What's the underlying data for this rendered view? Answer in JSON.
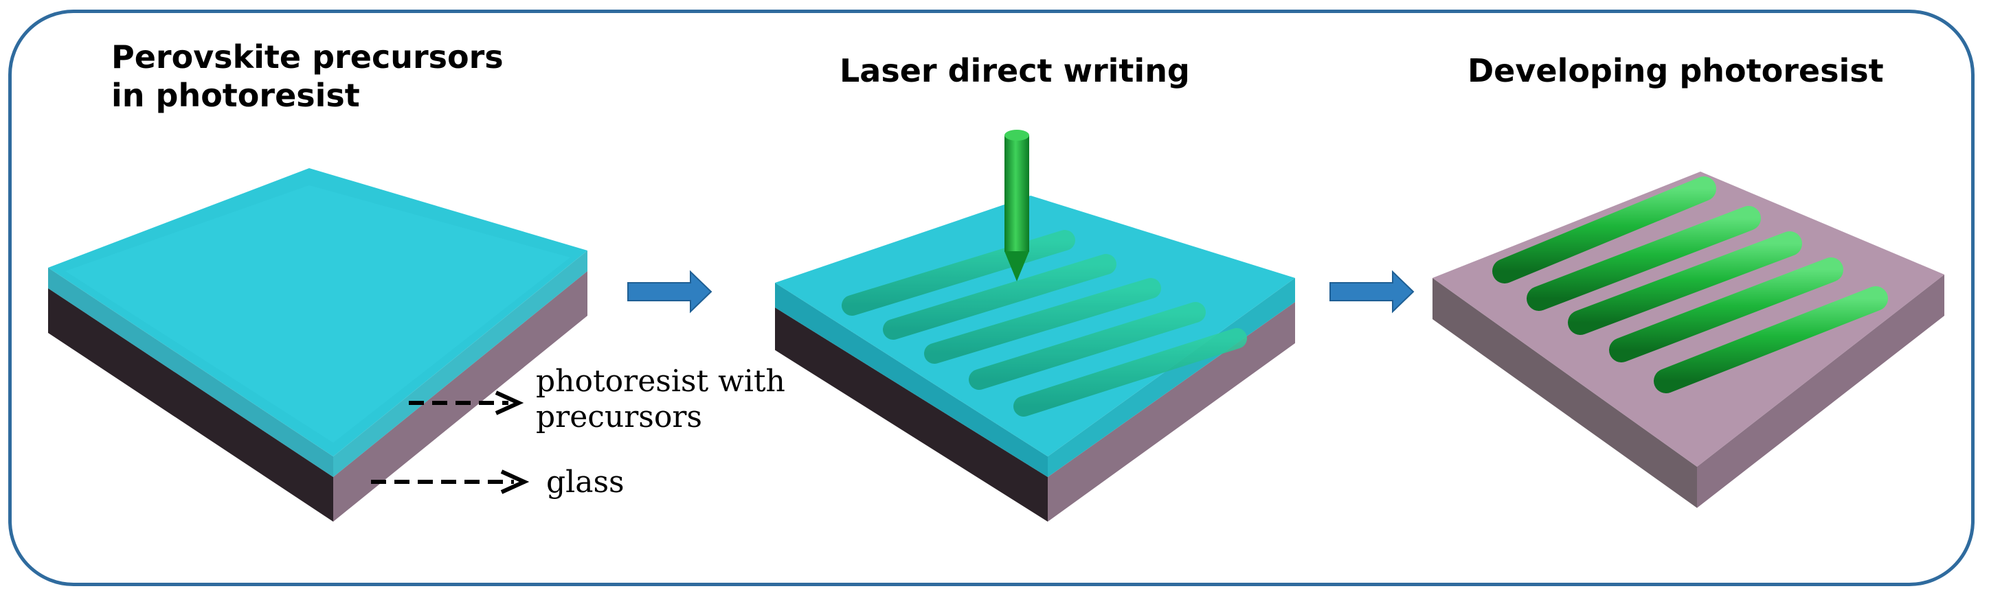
{
  "steps": [
    {
      "title_line1": "Perovskite precursors",
      "title_line2": "in photoresist"
    },
    {
      "title_line1": "Laser direct writing"
    },
    {
      "title_line1": "Developing photoresist"
    }
  ],
  "labels": {
    "photoresist_line1": "photoresist with",
    "photoresist_line2": "precursors",
    "glass": "glass"
  },
  "colors": {
    "photoresist_top": "#2ec8d8",
    "photoresist_side": "#1fa8b8",
    "glass_top": "#b496ac",
    "glass_side_light": "#8a7284",
    "glass_side_dark": "#2b2228",
    "rod_green": "#1db53a",
    "arrow_blue": "#2f7fc0",
    "frame": "#2f6b9e"
  }
}
